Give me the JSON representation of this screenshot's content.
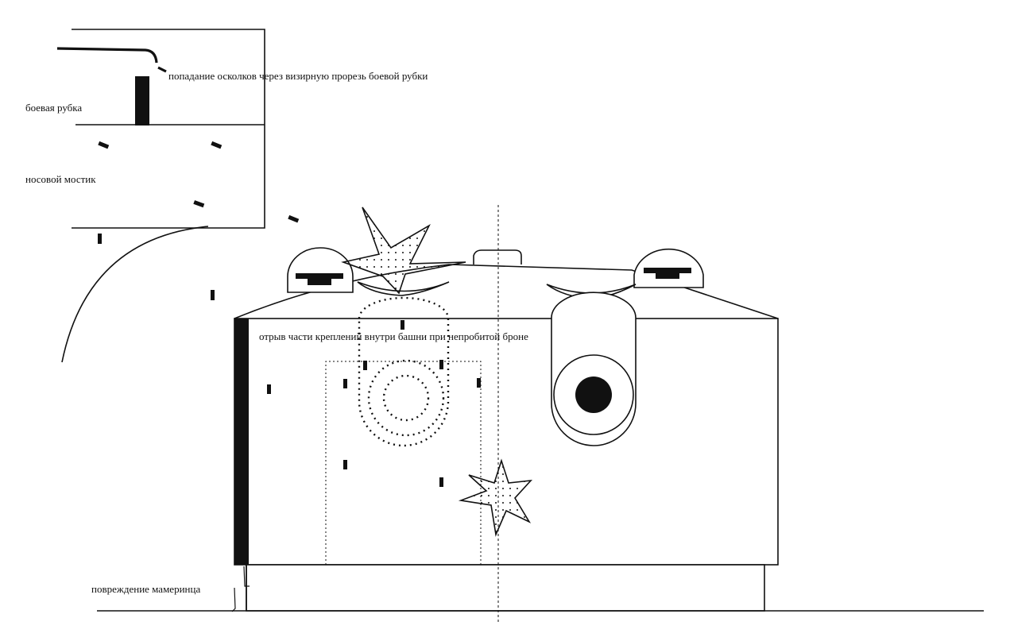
{
  "labels": {
    "conning_tower": "боевая рубка",
    "fore_bridge": "носовой мостик",
    "splinter_hit": "попадание осколков через визирную прорезь боевой рубки",
    "mount_detach": "отрыв части креплений внутри башни при непробитой броне",
    "ring_damage": "повреждение мамеринца"
  },
  "colors": {
    "line": "#111111",
    "background": "#ffffff"
  },
  "icons": {
    "blast_top": "explosion-star-icon",
    "blast_inner": "explosion-star-icon"
  }
}
